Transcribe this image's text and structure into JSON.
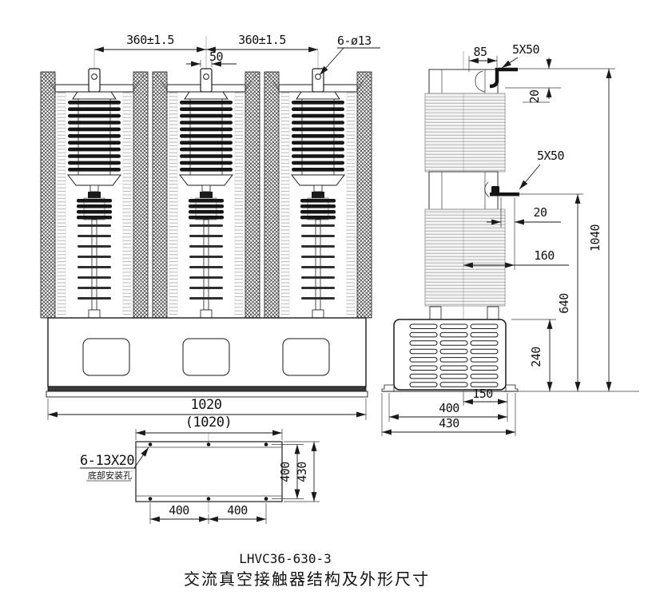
{
  "colors": {
    "ink": "#1a1a1a",
    "paper": "#ffffff",
    "faint_rib": "#a8a8a8"
  },
  "front_view": {
    "dims": {
      "spacing_left": "360±1.5",
      "spacing_right": "360±1.5",
      "terminal_width": "50",
      "top_holes": "6-ø13",
      "base_width": "1020"
    }
  },
  "side_view": {
    "dims": {
      "offset_85": "85",
      "busbar_top": "5X50",
      "drop_20": "20",
      "busbar_mid": "5X50",
      "gap_20": "20",
      "depth_160": "160",
      "height_1040": "1040",
      "height_640": "640",
      "box_height_240": "240",
      "center_150": "150",
      "mount_400": "400",
      "base_430": "430"
    }
  },
  "bottom_view": {
    "dims": {
      "ref_width": "(1020)",
      "hole_span_left": "400",
      "hole_span_right": "400",
      "depth_400": "400",
      "depth_430": "430"
    },
    "labels": {
      "holes": "6-13X20",
      "holes_note": "底部安装孔"
    }
  },
  "title_block": {
    "model": "LHVC36-630-3",
    "caption": "交流真空接触器结构及外形尺寸"
  }
}
